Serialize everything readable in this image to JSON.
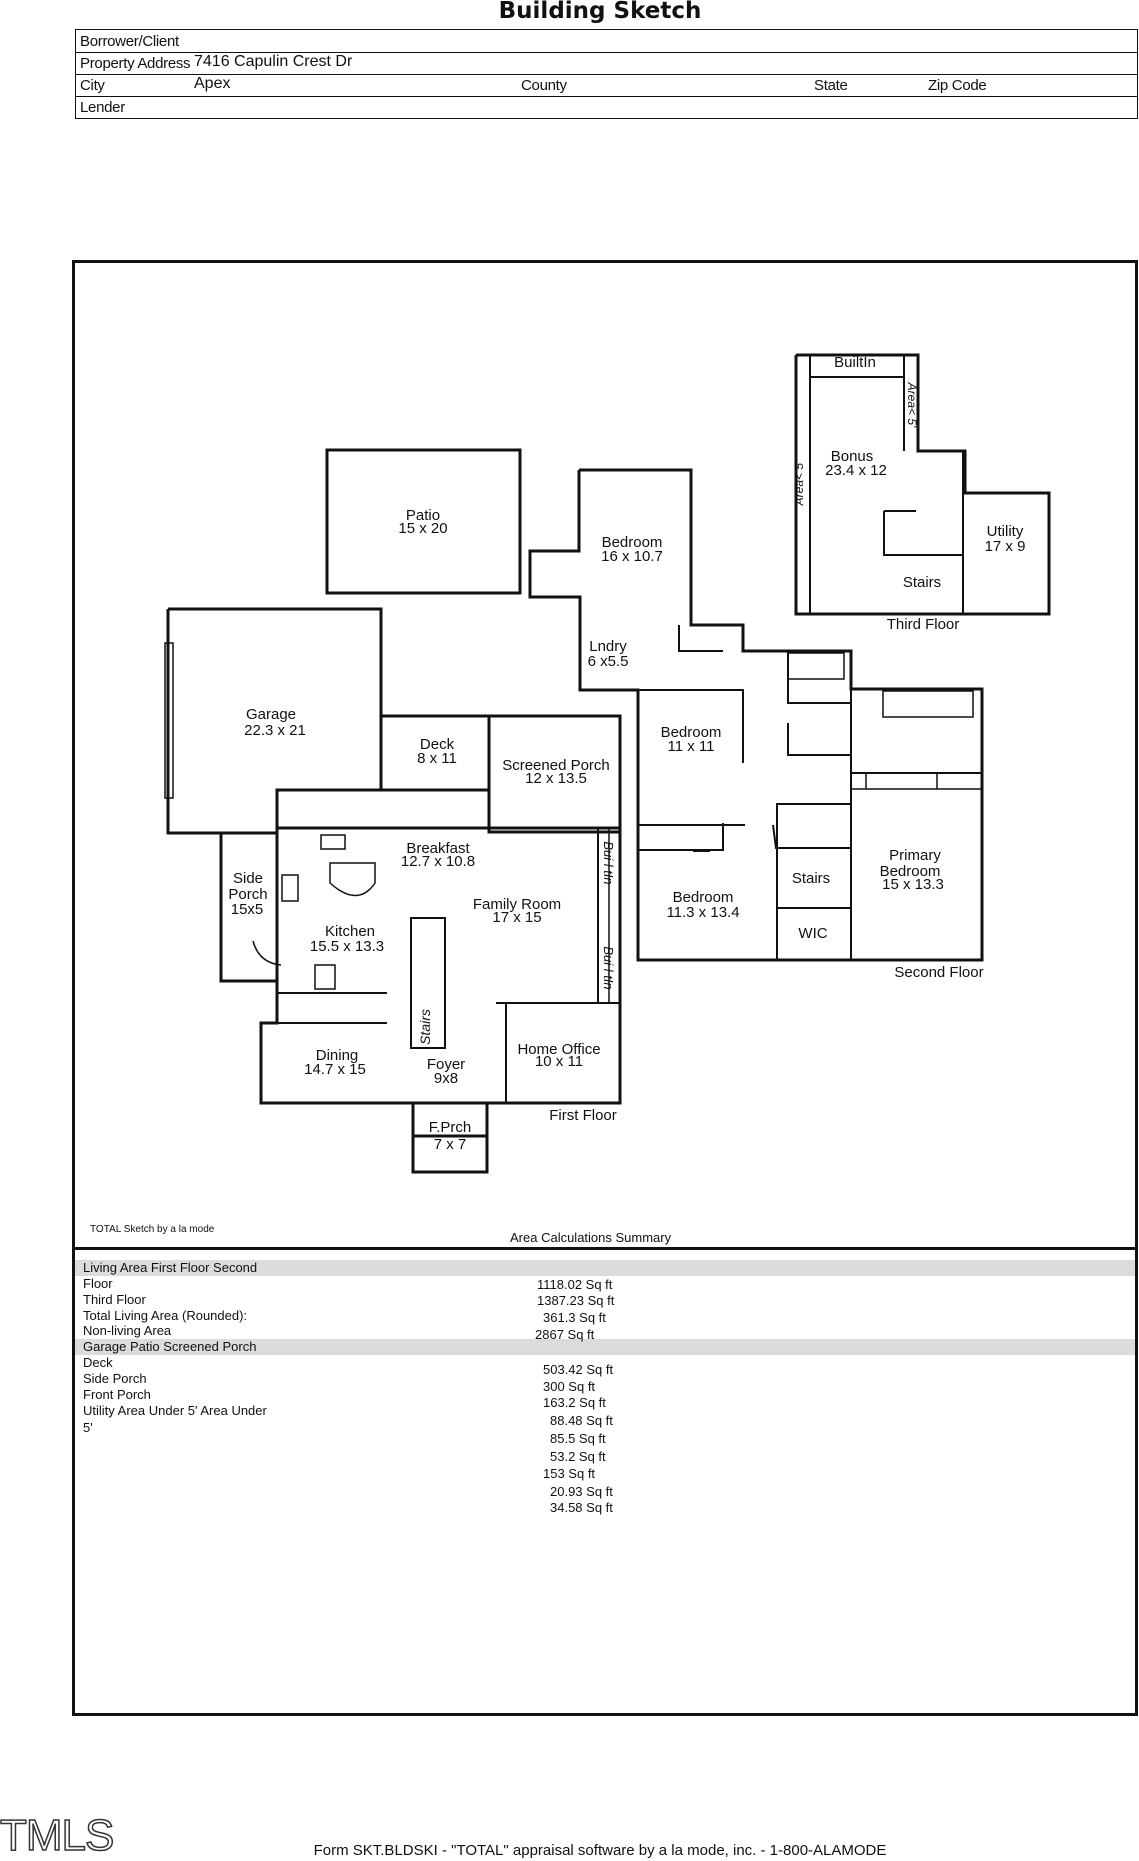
{
  "title": "Building Sketch",
  "header": {
    "borrower_label": "Borrower/Client",
    "borrower_value": "",
    "address_label": "Property Address",
    "address_value": "7416 Capulin Crest Dr",
    "city_label": "City",
    "city_value": "Apex",
    "county_label": "County",
    "state_label": "State",
    "zip_label": "Zip Code",
    "lender_label": "Lender"
  },
  "rooms": {
    "builtin": "BuiltIn",
    "area5_a": "Area< 5'",
    "area5_b": "Area< 5'",
    "bonus": "Bonus",
    "bonus_dim": "23.4 x 12",
    "utility": "Utility",
    "utility_dim": "17 x 9",
    "stairs_third": "Stairs",
    "third_floor": "Third Floor",
    "patio": "Patio",
    "patio_dim": "15 x 20",
    "bedroom1": "Bedroom",
    "bedroom1_dim": "16 x 10.7",
    "lndry": "Lndry",
    "lndry_dim": "6 x5.5",
    "garage": "Garage",
    "garage_dim": "22.3 x 21",
    "deck": "Deck",
    "deck_dim": "8 x 11",
    "screened_porch": "Screened Porch",
    "screened_porch_dim": "12 x 13.5",
    "bedroom2": "Bedroom",
    "bedroom2_dim": "11 x 11",
    "breakfast": "Breakfast",
    "breakfast_dim": "12.7 x 10.8",
    "builtin_a": "Bui l tIn",
    "builtin_b": "Bui l tIn",
    "side_porch": "Side",
    "side_porch2": "Porch",
    "side_porch_dim": "15x5",
    "family_room": "Family Room",
    "family_room_dim": "17 x 15",
    "kitchen": "Kitchen",
    "kitchen_dim": "15.5 x 13.3",
    "bedroom3": "Bedroom",
    "bedroom3_dim": "11.3 x 13.4",
    "stairs_second": "Stairs",
    "wic": "WIC",
    "primary": "Primary",
    "primary2": "Bedroom",
    "primary_dim": "15 x 13.3",
    "second_floor": "Second Floor",
    "stairs_first": "Stairs",
    "dining": "Dining",
    "dining_dim": "14.7 x 15",
    "foyer": "Foyer",
    "foyer_dim": "9x8",
    "home_office": "Home Office",
    "home_office_dim": "10 x 11",
    "first_floor": "First Floor",
    "fprch": "F.Prch",
    "fprch_dim": "7 x 7"
  },
  "summary": {
    "credit": "TOTAL Sketch by a la mode",
    "title": "Area Calculations Summary",
    "labels": [
      "Living   Area   First   Floor   Second",
      "Floor",
      "Third Floor",
      "Total Living Area (Rounded):",
      "Non-living Area",
      "Garage Patio Screened Porch",
      "Deck",
      "Side Porch",
      "Front Porch",
      "Utility  Area  Under  5'  Area  Under",
      "5'"
    ],
    "areas": [
      "1118.02 Sq ft",
      "1387.23 Sq ft",
      "361.3 Sq ft",
      "2867 Sq ft",
      "503.42 Sq ft",
      "300 Sq ft",
      "163.2 Sq ft",
      "88.48 Sq ft",
      "85.5 Sq ft",
      "53.2 Sq ft",
      "153 Sq ft",
      "20.93  Sq ft",
      "34.58 Sq ft"
    ]
  },
  "footer": "Form SKT.BLDSKI - \"TOTAL\" appraisal software by a la mode, inc. - 1-800-ALAMODE",
  "logo_text": "TMLS"
}
